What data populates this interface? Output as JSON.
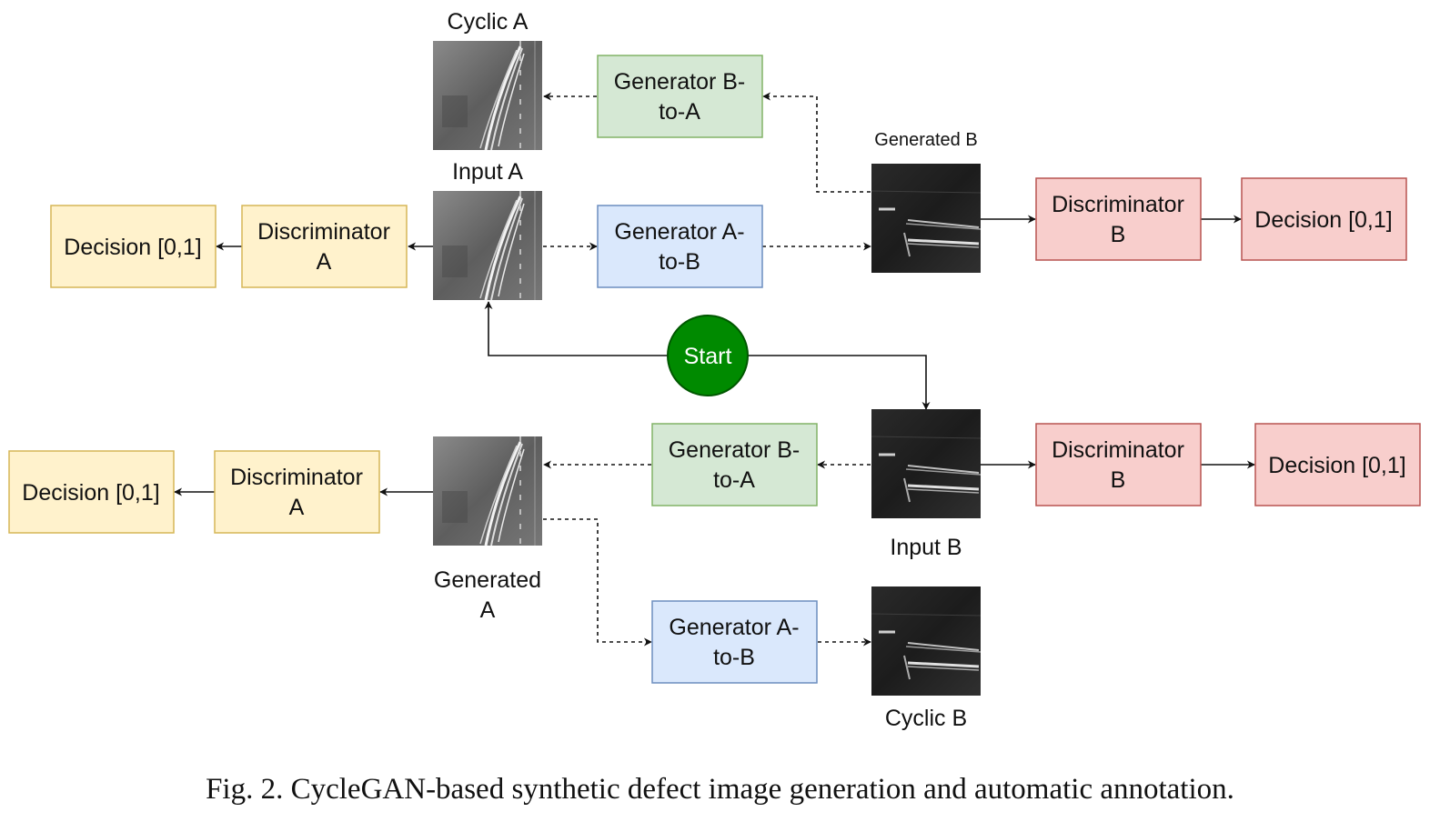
{
  "colors": {
    "generator_ba_fill": "#d5e8d4",
    "generator_ba_stroke": "#82b366",
    "generator_ab_fill": "#dae8fc",
    "generator_ab_stroke": "#6c8ebf",
    "disc_a_fill": "#fff2cc",
    "disc_a_stroke": "#d6b656",
    "disc_b_fill": "#f8cecc",
    "disc_b_stroke": "#b85450",
    "start_fill": "#008a00",
    "start_stroke": "#005700"
  },
  "labels": {
    "cyclic_a": "Cyclic A",
    "input_a": "Input A",
    "generated_b": "Generated B",
    "input_b": "Input B",
    "generated_a_line1": "Generated",
    "generated_a_line2": "A",
    "cyclic_b": "Cyclic B"
  },
  "top": {
    "gen_ba": [
      "Generator B-",
      "to-A"
    ],
    "gen_ab": [
      "Generator A-",
      "to-B"
    ],
    "disc_a": [
      "Discriminator",
      "A"
    ],
    "decision_a": "Decision [0,1]",
    "disc_b": [
      "Discriminator",
      "B"
    ],
    "decision_b": "Decision [0,1]"
  },
  "bottom": {
    "gen_ba": [
      "Generator B-",
      "to-A"
    ],
    "gen_ab": [
      "Generator A-",
      "to-B"
    ],
    "disc_a": [
      "Discriminator",
      "A"
    ],
    "decision_a": "Decision [0,1]",
    "disc_b": [
      "Discriminator",
      "B"
    ],
    "decision_b": "Decision [0,1]"
  },
  "start": "Start",
  "caption": "Fig. 2.  CycleGAN-based synthetic defect image generation and automatic annotation."
}
